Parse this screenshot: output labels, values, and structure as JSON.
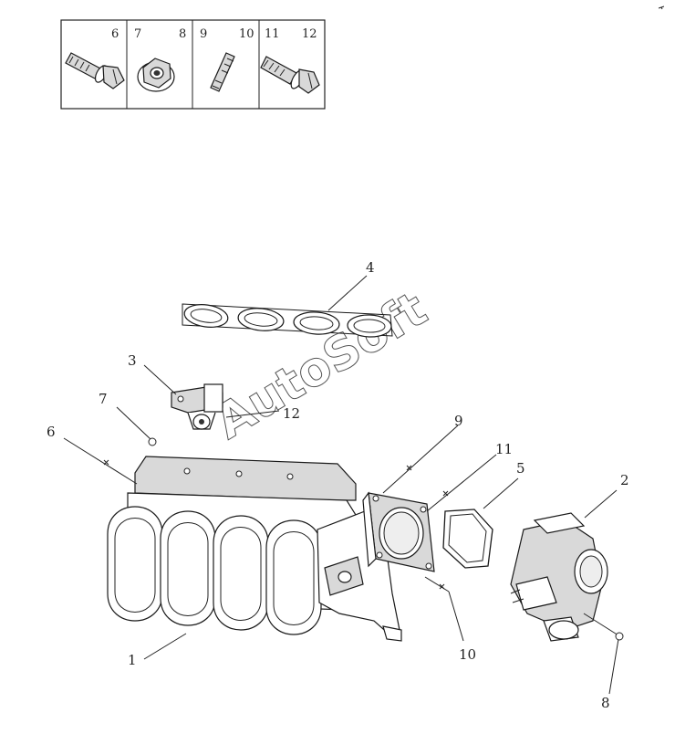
{
  "watermark": "AutoSoft",
  "fastener_box": {
    "cells": [
      {
        "a": "",
        "b": "6",
        "icon": "flange-bolt-icon"
      },
      {
        "a": "7",
        "b": "8",
        "icon": "flange-nut-icon"
      },
      {
        "a": "9",
        "b": "10",
        "icon": "stud-icon"
      },
      {
        "a": "11",
        "b": "12",
        "icon": "flange-bolt-icon"
      }
    ]
  },
  "callouts": [
    "1",
    "2",
    "3",
    "4",
    "5",
    "6",
    "7",
    "8",
    "9",
    "10",
    "11",
    "12"
  ]
}
